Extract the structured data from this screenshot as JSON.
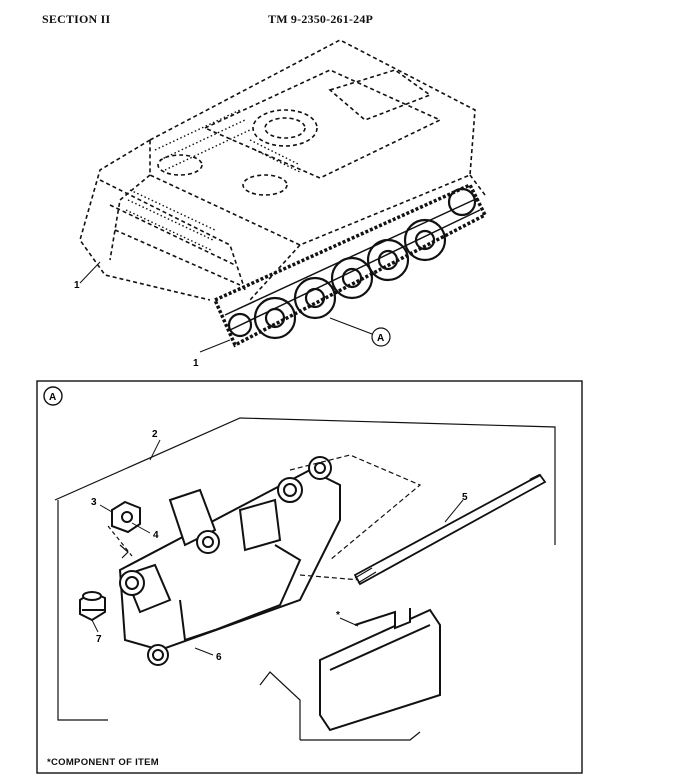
{
  "header": {
    "section": "SECTION II",
    "manual_number": "TM  9-2350-261-24P"
  },
  "callouts": {
    "vehicle": [
      "1",
      "1"
    ],
    "view_ref": "A",
    "detail_view": "A",
    "parts": [
      "2",
      "3",
      "4",
      "5",
      "*",
      "6",
      "7"
    ]
  },
  "footnote": "*COMPONENT OF ITEM"
}
